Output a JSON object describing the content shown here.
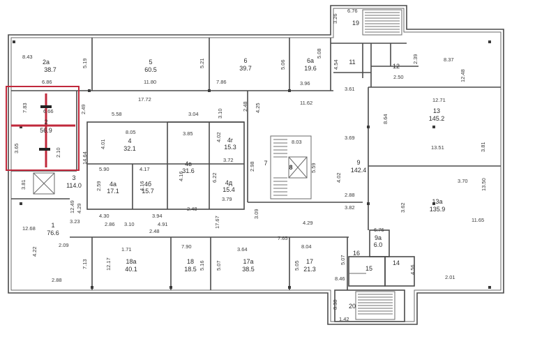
{
  "highlight_color": "#c0283b",
  "rooms": [
    {
      "id": "r2a",
      "num": "2а",
      "area": "38.7"
    },
    {
      "id": "r5",
      "num": "5",
      "area": "60.5"
    },
    {
      "id": "r6",
      "num": "6",
      "area": "39.7"
    },
    {
      "id": "r6a",
      "num": "6а",
      "area": "19.6"
    },
    {
      "id": "r19",
      "num": "19"
    },
    {
      "id": "r11",
      "num": "11"
    },
    {
      "id": "r12",
      "num": "12"
    },
    {
      "id": "r13",
      "num": "13",
      "area": "145.2"
    },
    {
      "id": "r2",
      "num": "2",
      "area": "56.9"
    },
    {
      "id": "r4",
      "num": "4",
      "area": "32.1"
    },
    {
      "id": "r4g",
      "num": "4г",
      "area": "15.3"
    },
    {
      "id": "r4a",
      "num": "4а",
      "area": "17.1"
    },
    {
      "id": "r4b",
      "num": "4б",
      "area": "15.7"
    },
    {
      "id": "r4v",
      "num": "4в",
      "area": "31.6"
    },
    {
      "id": "r4d",
      "num": "4д",
      "area": "15.4"
    },
    {
      "id": "r3",
      "num": "3",
      "area": "114.0"
    },
    {
      "id": "r7",
      "num": "7"
    },
    {
      "id": "r8",
      "num": "8"
    },
    {
      "id": "r9",
      "num": "9",
      "area": "142.4"
    },
    {
      "id": "r13a",
      "num": "13а",
      "area": "135.9"
    },
    {
      "id": "r1",
      "num": "1",
      "area": "76.6"
    },
    {
      "id": "r18a",
      "num": "18а",
      "area": "40.1"
    },
    {
      "id": "r18",
      "num": "18",
      "area": "18.5"
    },
    {
      "id": "r17a",
      "num": "17а",
      "area": "38.5"
    },
    {
      "id": "r17",
      "num": "17",
      "area": "21.3"
    },
    {
      "id": "r9a",
      "num": "9а",
      "area": "6.0"
    },
    {
      "id": "r15",
      "num": "15"
    },
    {
      "id": "r14",
      "num": "14"
    },
    {
      "id": "r16",
      "num": "16"
    },
    {
      "id": "r20",
      "num": "20"
    }
  ],
  "dimensions": [
    "6.76",
    "3.26",
    "8.43",
    "5.19",
    "5.21",
    "7.86",
    "5.06",
    "5.08",
    "4.54",
    "2.39",
    "8.37",
    "12.48",
    "6.86",
    "11.80",
    "3.96",
    "3.61",
    "2.50",
    "7.83",
    "6.66",
    "17.72",
    "2.49",
    "2.48",
    "4.25",
    "11.62",
    "12.71",
    "8.64",
    "5.58",
    "8.05",
    "3.04",
    "3.10",
    "3.65",
    "3.85",
    "4.02",
    "8.03",
    "3.69",
    "13.51",
    "3.81",
    "4.01",
    "2.10",
    "14.64",
    "2.98",
    "5.59",
    "5.90",
    "4.17",
    "3.72",
    "3.81",
    "2.59",
    "4.16",
    "4.16",
    "6.22",
    "4.02",
    "2.88",
    "3.70",
    "13.50",
    "3.79",
    "3.82",
    "3.62",
    "12.49",
    "4.29",
    "4.30",
    "2.86",
    "3.10",
    "3.94",
    "4.91",
    "2.48",
    "2.48",
    "17.67",
    "3.09",
    "4.29",
    "11.65",
    "12.68",
    "6.76",
    "2.09",
    "1.71",
    "7.90",
    "3.64",
    "7.65",
    "8.04",
    "4.22",
    "12.17",
    "7.13",
    "5.16",
    "5.07",
    "5.05",
    "5.07",
    "4.56",
    "2.88",
    "8.46",
    "2.01",
    "8.38",
    "3.23",
    "1.42",
    "6.76"
  ]
}
